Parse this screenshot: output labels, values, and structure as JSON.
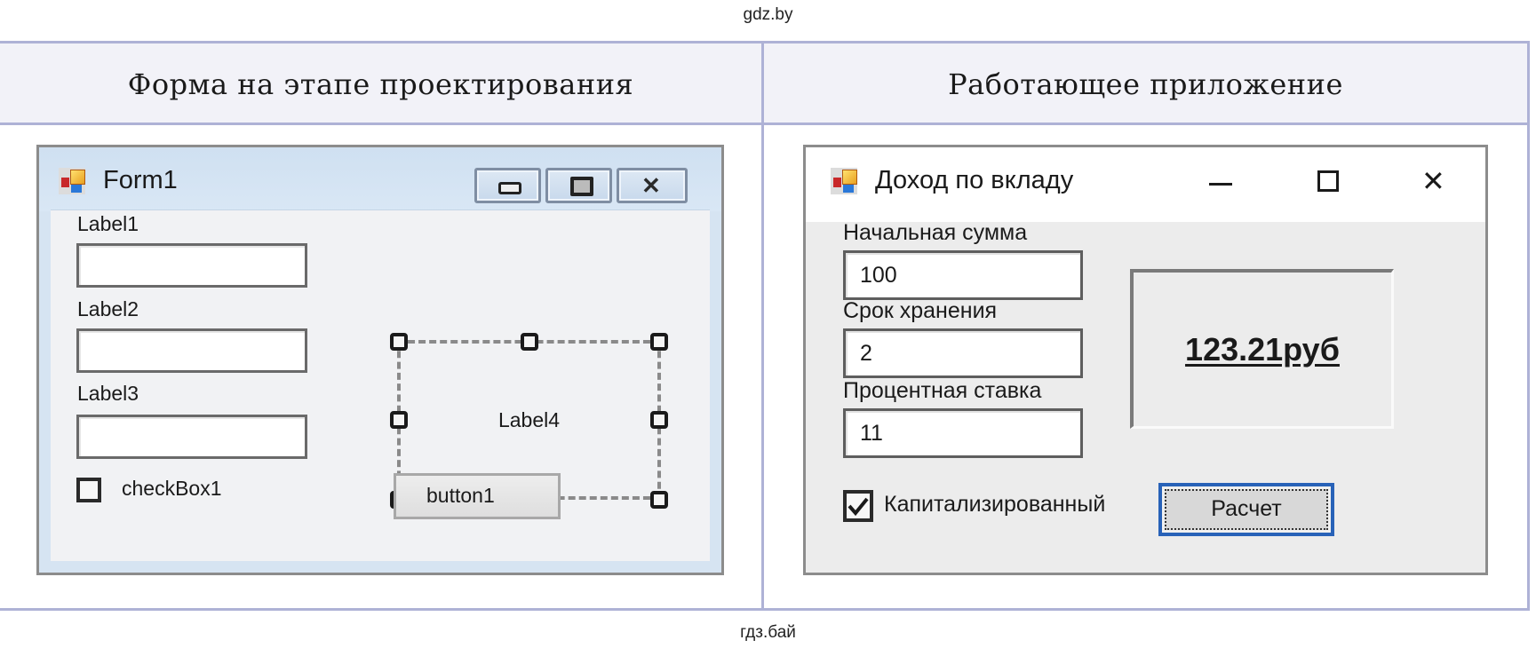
{
  "watermarks": {
    "top": "gdz.by",
    "bottom": "гдз.бай"
  },
  "table": {
    "headers": [
      "Форма на этапе проектирования",
      "Работающее приложение"
    ],
    "line_color": "#aeb2d6",
    "header_bg": "#f2f2f8"
  },
  "design_form": {
    "title": "Form1",
    "icon": "winforms-app-icon",
    "caption_buttons": [
      "minimize-icon",
      "maximize-icon",
      "close-icon"
    ],
    "labels": [
      "Label1",
      "Label2",
      "Label3"
    ],
    "textboxes": [
      "",
      "",
      ""
    ],
    "selected_label": "Label4",
    "checkbox": {
      "label": "checkBox1",
      "checked": false
    },
    "button": "button1"
  },
  "running_app": {
    "title": "Доход по вкладу",
    "icon": "winforms-app-icon",
    "caption_buttons": {
      "minimize": "–",
      "maximize": "☐",
      "close": "✕"
    },
    "fields": [
      {
        "label": "Начальная сумма",
        "value": "100"
      },
      {
        "label": "Срок хранения",
        "value": "2"
      },
      {
        "label": "Процентная ставка",
        "value": "11"
      }
    ],
    "result": "123.21руб",
    "checkbox": {
      "label": "Капитализированный",
      "checked": true
    },
    "button": "Расчет",
    "accent_color": "#2862b8"
  }
}
